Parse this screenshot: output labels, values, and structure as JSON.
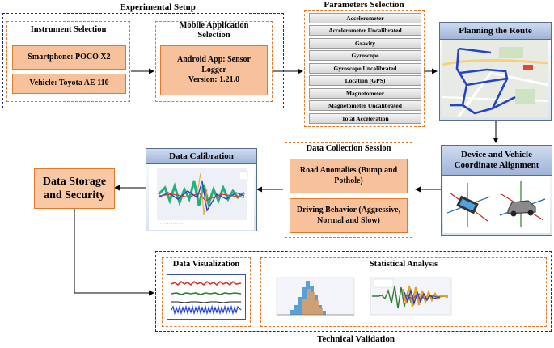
{
  "experimental_setup": {
    "title": "Experimental Setup",
    "instrument_selection": {
      "title": "Instrument Selection",
      "smartphone": "Smartphone: POCO X2",
      "vehicle": "Vehicle: Toyota AE 110"
    },
    "mobile_app": {
      "title_line1": "Mobile Application",
      "title_line2": "Selection",
      "app_line1": "Android App: Sensor",
      "app_line2": "Logger",
      "app_line3": "Version: 1.21.0"
    }
  },
  "parameters": {
    "title": "Parameters Selection",
    "items": [
      "Accelerometer",
      "Accelerometer Uncalibrated",
      "Gravity",
      "Gyroscope",
      "Gyroscope Uncalibrated",
      "Location (GPS)",
      "Magnetometer",
      "Magnetometer Uncalibrated",
      "Total Acceleration"
    ]
  },
  "route": {
    "title": "Planning the Route"
  },
  "alignment": {
    "title_line1": "Device and Vehicle",
    "title_line2": "Coordinate Alignment"
  },
  "collection": {
    "title": "Data Collection Session",
    "road_line1": "Road Anomalies (Bump and",
    "road_line2": "Pothole)",
    "driving_line1": "Driving Behavior (Aggressive,",
    "driving_line2": "Normal and Slow)"
  },
  "calibration": {
    "title": "Data Calibration"
  },
  "storage": {
    "line1": "Data Storage",
    "line2": "and Security"
  },
  "technical_validation": {
    "title": "Technical Validation",
    "visualization": "Data Visualization",
    "statistical": "Statistical Analysis"
  },
  "colors": {
    "orange_fill": "#f7c29b",
    "orange_border": "#e07a2a",
    "navy_dash": "#1f2a6e",
    "panel_blue": "#9fb4d8"
  }
}
